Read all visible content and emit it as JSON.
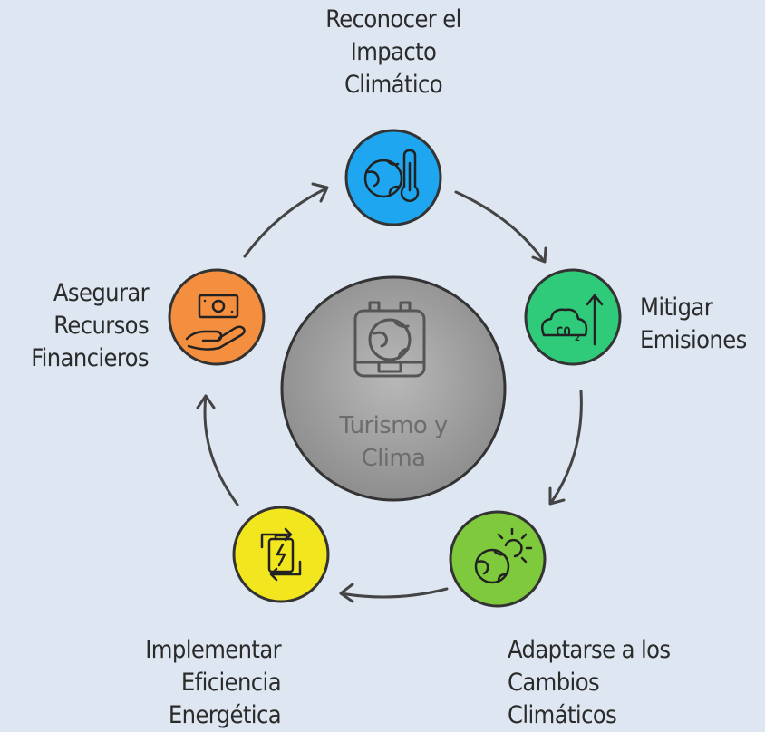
{
  "diagram": {
    "hub": {
      "label": "Turismo y\nClima",
      "icon": "suitcase-globe-icon"
    },
    "stages": [
      {
        "id": "recognize",
        "label": "Reconocer el\nImpacto\nClimático",
        "icon": "globe-thermometer-icon",
        "color": "#1ea7f0"
      },
      {
        "id": "mitigate",
        "label": "Mitigar\nEmisiones",
        "icon": "co2-arrow-icon",
        "color": "#2fcb7a"
      },
      {
        "id": "adapt",
        "label": "Adaptarse a los\nCambios\nClimáticos",
        "icon": "globe-sun-icon",
        "color": "#7ec93c"
      },
      {
        "id": "efficiency",
        "label": "Implementar\nEficiencia\nEnergética",
        "icon": "battery-cycle-icon",
        "color": "#f2e61f"
      },
      {
        "id": "finance",
        "label": "Asegurar\nRecursos\nFinancieros",
        "icon": "money-hand-icon",
        "color": "#f48f3f"
      }
    ]
  }
}
